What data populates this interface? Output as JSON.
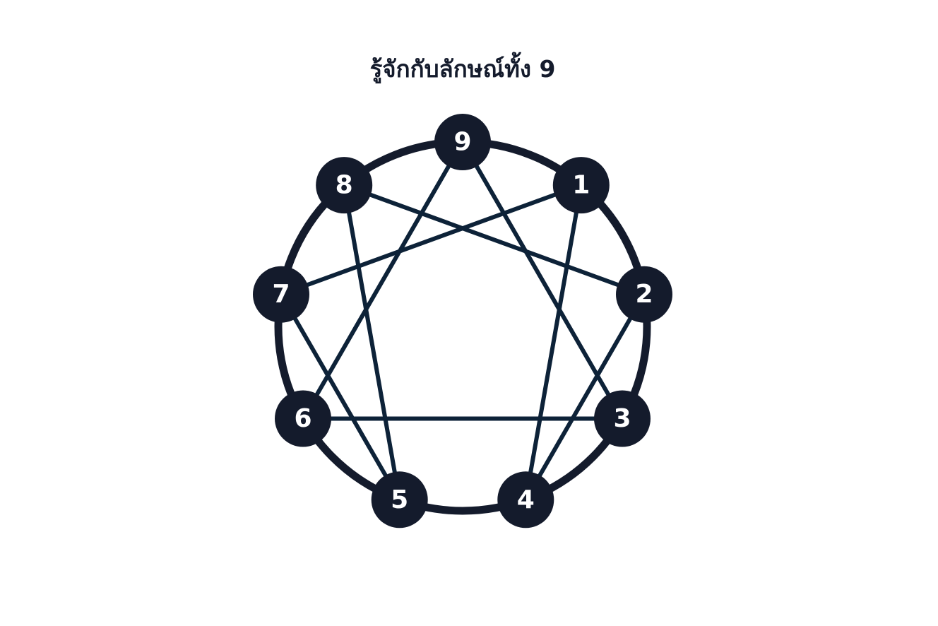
{
  "title": "รู้จักกับลักษณ์ทั้ง 9",
  "colors": {
    "background": "#ffffff",
    "title_text": "#141b2c",
    "ring": "#141b2c",
    "node_fill": "#141b2c",
    "node_label": "#ffffff",
    "connection_line": "#0d2238"
  },
  "nodes": [
    {
      "id": "9",
      "label": "9"
    },
    {
      "id": "1",
      "label": "1"
    },
    {
      "id": "2",
      "label": "2"
    },
    {
      "id": "3",
      "label": "3"
    },
    {
      "id": "4",
      "label": "4"
    },
    {
      "id": "5",
      "label": "5"
    },
    {
      "id": "6",
      "label": "6"
    },
    {
      "id": "7",
      "label": "7"
    },
    {
      "id": "8",
      "label": "8"
    }
  ],
  "connections": [
    [
      "9",
      "3"
    ],
    [
      "3",
      "6"
    ],
    [
      "6",
      "9"
    ],
    [
      "1",
      "4"
    ],
    [
      "4",
      "2"
    ],
    [
      "2",
      "8"
    ],
    [
      "8",
      "5"
    ],
    [
      "5",
      "7"
    ],
    [
      "7",
      "1"
    ]
  ]
}
